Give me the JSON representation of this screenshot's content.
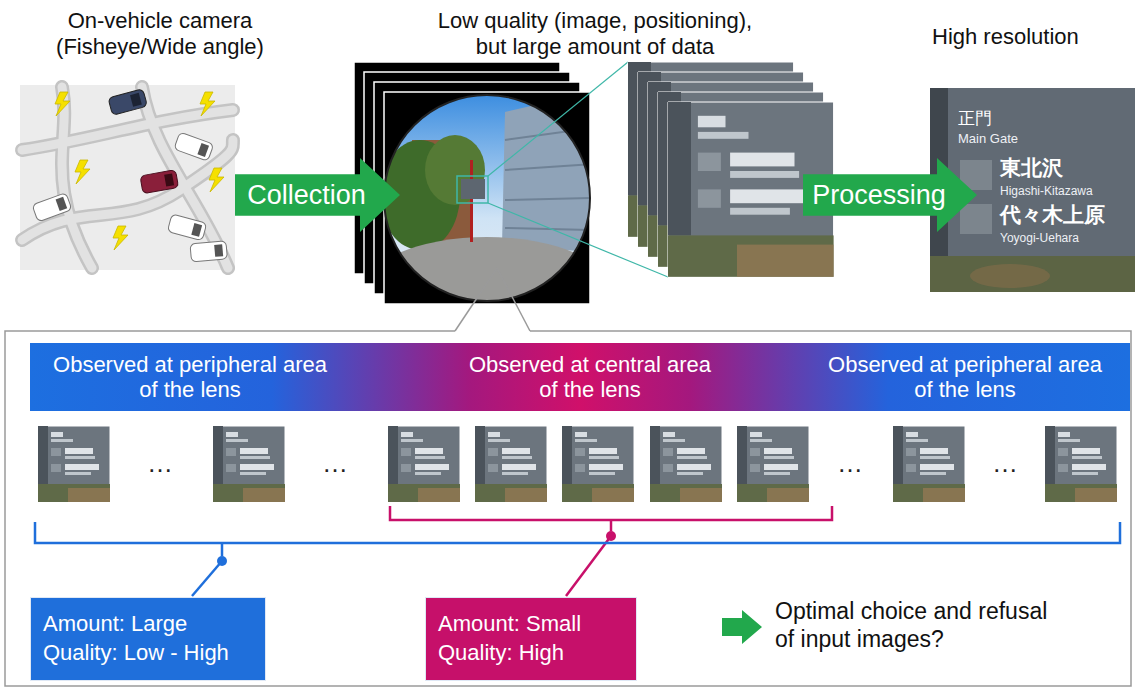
{
  "diagram": {
    "nodes": [
      {
        "text": [
          "Collection"
        ]
      },
      {
        "text": [
          "Processing"
        ]
      },
      {
        "text": [
          "Observed at peripheral area of the lens",
          "Observed at central area of the lens",
          "Observed at peripheral area of the lens"
        ]
      },
      {
        "text": [
          "Amount: Large",
          "Quality: Low - High"
        ]
      },
      {
        "text": [
          "Amount: Small",
          "Quality: High"
        ]
      }
    ],
    "labels": [
      "On-vehicle camera (Fisheye/Wide angle)",
      "Low quality (image, positioning), but large amount of data",
      "High resolution",
      "正門",
      "Main Gate",
      "東北沢",
      "Higashi-Kitazawa",
      "代々木上原",
      "Yoyogi-Uehara",
      "…",
      "…",
      "…",
      "…",
      "Optimal choice and refusal of input images?"
    ]
  }
}
